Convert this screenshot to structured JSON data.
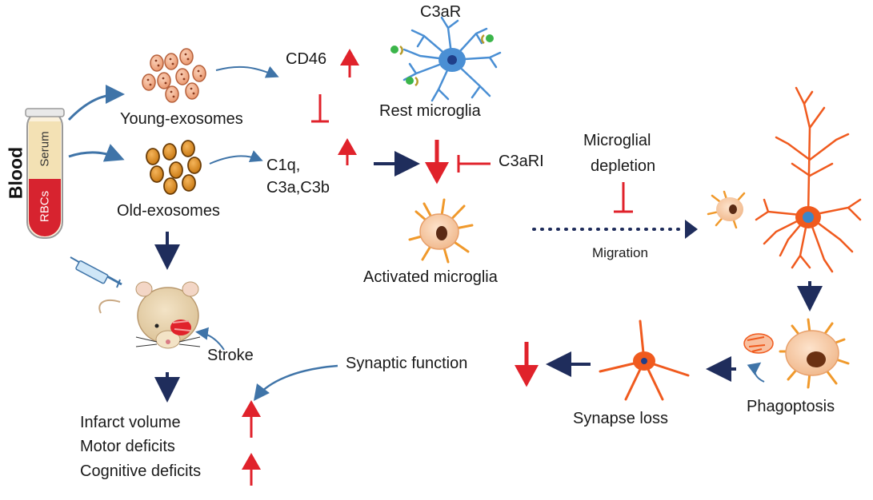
{
  "blood": {
    "title": "Blood",
    "serum_label": "Serum",
    "rbc_label": "RBCs"
  },
  "nodes": {
    "young_exosomes": "Young-exosomes",
    "old_exosomes": "Old-exosomes",
    "cd46": "CD46",
    "c3ar": "C3aR",
    "rest_microglia": "Rest microglia",
    "c1q": "C1q,",
    "c3a_c3b": "C3a,C3b",
    "c3ari": "C3aRI",
    "microglial_depletion_line1": "Microglial",
    "microglial_depletion_line2": "depletion",
    "activated_microglia": "Activated microglia",
    "migration": "Migration",
    "stroke": "Stroke",
    "synaptic_function": "Synaptic function",
    "synapse_loss": "Synapse loss",
    "phagoptosis": "Phagoptosis",
    "outcome_1": "Infarct volume",
    "outcome_2": "Motor deficits",
    "outcome_3": "Cognitive deficits"
  },
  "colors": {
    "navy_arrow": "#1f2d5c",
    "blue_curve": "#3f74a8",
    "red_indicator": "#e0222b",
    "exosome_young": "#f4b08a",
    "exosome_old": "#d9881a",
    "microglia_rest": "#4a8fd4",
    "microglia_active": "#f5c9a0",
    "neuron_orange": "#f05a1e"
  }
}
